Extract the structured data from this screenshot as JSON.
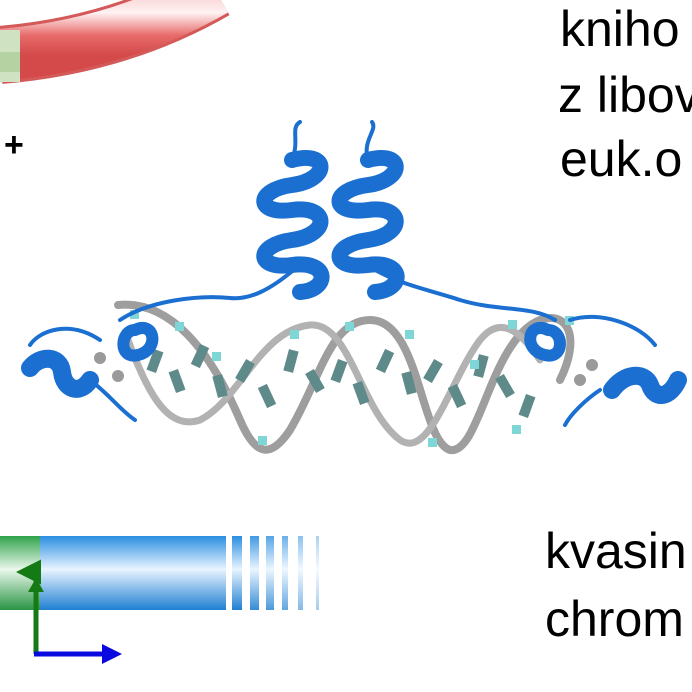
{
  "labels": {
    "top_line1": "kniho",
    "top_line2": "z libov",
    "top_line3": "euk.o",
    "bottom_line1": "kvasin",
    "bottom_line2": "chrom",
    "plasmid_sign": "+"
  },
  "colors": {
    "plasmid_red": "#e86a6a",
    "plasmid_green": "#a9cc95",
    "protein_blue": "#1a6fd0",
    "dna_backbone": "#a8a8a8",
    "dna_base": "#5e8a8a",
    "base_cyan": "#7fd6d6",
    "chromosome_blue": "#2a8ee0",
    "chromosome_green": "#2fa24a",
    "axis_green": "#147a14",
    "axis_blue": "#0a0ae0"
  }
}
